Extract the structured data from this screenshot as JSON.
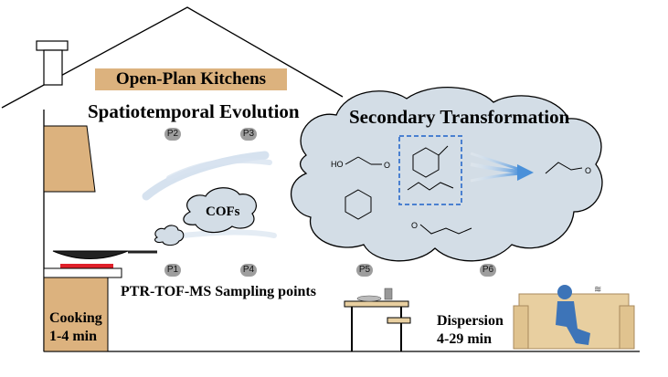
{
  "title": "Open-Plan Kitchens",
  "heading_left": "Spatiotemporal Evolution",
  "heading_right": "Secondary Transformation",
  "cofs_label": "COFs",
  "sampling_label": "PTR-TOF-MS Sampling points",
  "points": [
    "P1",
    "P2",
    "P3",
    "P4",
    "P5",
    "P6"
  ],
  "cooking": {
    "line1": "Cooking",
    "line2": "1-4 min"
  },
  "dispersion": {
    "line1": "Dispersion",
    "line2": "4-29 min"
  },
  "molecule_label": "HO",
  "colors": {
    "title_box": "#dcb27e",
    "cabinet": "#dcb27e",
    "cloud": "#d3dde6",
    "arrow": "#4a90d9",
    "dashed_box": "#4a80d0",
    "sofa": "#e8cfa0",
    "person": "#3d74b8",
    "flame": "#e0202a"
  }
}
